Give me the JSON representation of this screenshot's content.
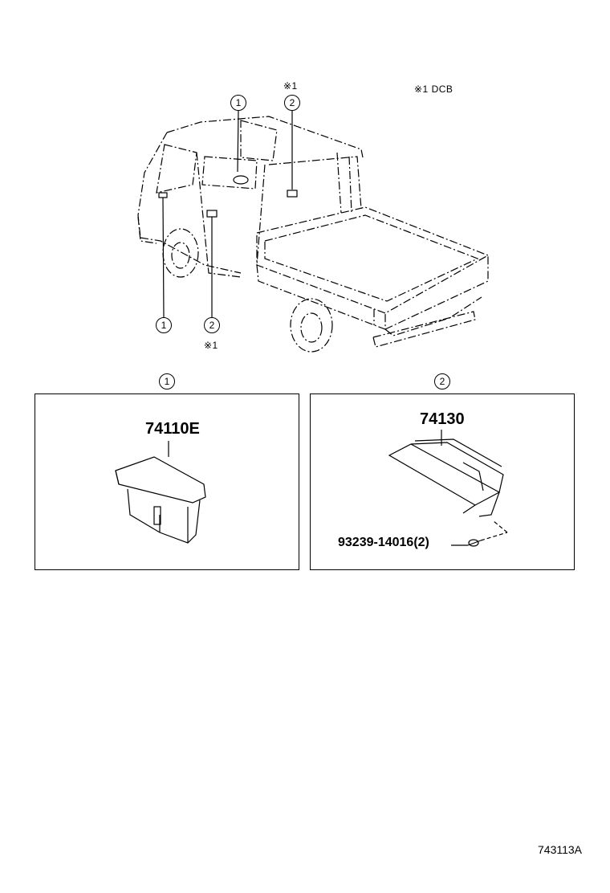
{
  "notes": {
    "top_mark": "※1",
    "legend": "※1 DCB",
    "bottom_mark": "※1"
  },
  "callouts": {
    "c1": "1",
    "c2": "2"
  },
  "panels": [
    {
      "callout": "1",
      "part_number": "74110E"
    },
    {
      "callout": "2",
      "part_number": "74130",
      "screw_part": "93239-14016(2)"
    }
  ],
  "reference_code": "743113A"
}
